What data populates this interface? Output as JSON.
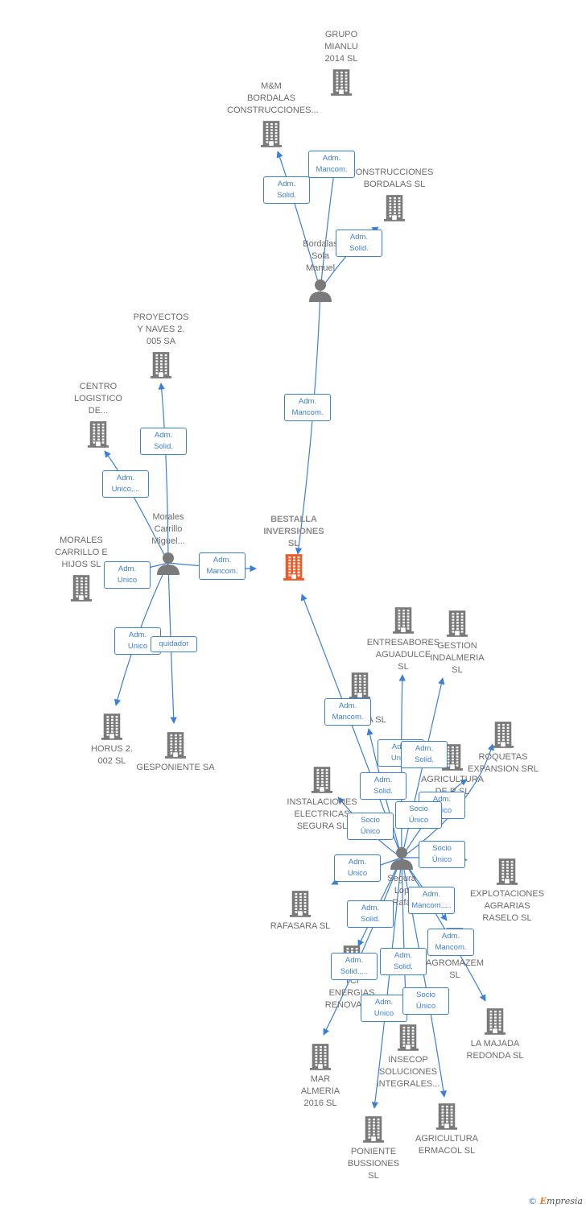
{
  "colors": {
    "edge": "#3b7fd6",
    "node": "#7a7a7a",
    "focus": "#f05a28",
    "text": "#6b6b6b"
  },
  "nodes": [
    {
      "id": "grupo_mianlu",
      "type": "company",
      "label": "GRUPO\nMIANLU\n2014  SL"
    },
    {
      "id": "mm_bordalas",
      "type": "company",
      "label": "M&M\nBORDALAS\nCONSTRUCCIONES..."
    },
    {
      "id": "construcciones_bordalas",
      "type": "company",
      "label": "ONSTRUCCIONES\nBORDALAS SL"
    },
    {
      "id": "bordalas_sola",
      "type": "person",
      "label": "Bordalas\nSola\nManuel"
    },
    {
      "id": "proyectos_naves",
      "type": "company",
      "label": "PROYECTOS\nY NAVES 2.\n005 SA"
    },
    {
      "id": "centro_logistico",
      "type": "company",
      "label": "CENTRO\nLOGISTICO\nDE..."
    },
    {
      "id": "morales_carrillo",
      "type": "person",
      "label": "Morales\nCarrillo\nMiguel..."
    },
    {
      "id": "morales_carrillo_hijos",
      "type": "company",
      "label": "MORALES\nCARRILLO E\nHIJOS  SL"
    },
    {
      "id": "bestalla",
      "type": "focus",
      "label": "BESTALLA\nINVERSIONES\nSL"
    },
    {
      "id": "horus",
      "type": "company",
      "label": "HORUS 2.\n002 SL"
    },
    {
      "id": "gesponiente",
      "type": "company",
      "label": "GESPONIENTE SA"
    },
    {
      "id": "entresabores",
      "type": "company",
      "label": "ENTRESABORES\nAGUADULCE\nSL"
    },
    {
      "id": "gestion_indalmeria",
      "type": "company",
      "label": "GESTION\nINDALMERIA\nSL"
    },
    {
      "id": "energia",
      "type": "company",
      "label": "P\nENERGIA  SL"
    },
    {
      "id": "roquetas",
      "type": "company",
      "label": "ROQUETAS\nEXPANSION SRL"
    },
    {
      "id": "agricultura_dealhor",
      "type": "company",
      "label": "AGRICULTURA\nDE           R  SL"
    },
    {
      "id": "instalaciones",
      "type": "company",
      "label": "INSTALACIONES\nELECTRICAS\nSEGURA SL"
    },
    {
      "id": "segura",
      "type": "person",
      "label": "Segura\nLop\nRafa"
    },
    {
      "id": "explotaciones",
      "type": "company",
      "label": "EXPLOTACIONES\nAGRARIAS\nRASELO  SL"
    },
    {
      "id": "rafasara",
      "type": "company",
      "label": "RAFASARA SL"
    },
    {
      "id": "agromazem",
      "type": "company",
      "label": "AGROMAZEM\nSL"
    },
    {
      "id": "tci_energias",
      "type": "company",
      "label": "TCI\nENERGIAS\nRENOVABLE"
    },
    {
      "id": "la_majada",
      "type": "company",
      "label": "LA MAJADA\nREDONDA  SL"
    },
    {
      "id": "insecop",
      "type": "company",
      "label": "INSECOP\nSOLUCIONES\nINTEGRALES..."
    },
    {
      "id": "mar_almeria",
      "type": "company",
      "label": "MAR\nALMERIA\n2016  SL"
    },
    {
      "id": "agricultura_ermacol",
      "type": "company",
      "label": "AGRICULTURA\nERMACOL  SL"
    },
    {
      "id": "poniente_bussiones",
      "type": "company",
      "label": "PONIENTE\nBUSSIONES\nSL"
    }
  ],
  "edges": [
    {
      "from": "bordalas_sola",
      "to": "grupo_mianlu",
      "label": "Adm.\nMancom."
    },
    {
      "from": "bordalas_sola",
      "to": "mm_bordalas",
      "label": "Adm.\nSolid."
    },
    {
      "from": "bordalas_sola",
      "to": "construcciones_bordalas",
      "label": "Adm.\nSolid."
    },
    {
      "from": "bordalas_sola",
      "to": "bestalla",
      "label": "Adm.\nMancom."
    },
    {
      "from": "morales_carrillo",
      "to": "proyectos_naves",
      "label": "Adm.\nSolid."
    },
    {
      "from": "morales_carrillo",
      "to": "centro_logistico",
      "label": "Adm.\nUnico,..."
    },
    {
      "from": "morales_carrillo",
      "to": "morales_carrillo_hijos",
      "label": "Adm.\nUnico"
    },
    {
      "from": "morales_carrillo",
      "to": "bestalla",
      "label": "Adm.\nMancom."
    },
    {
      "from": "morales_carrillo",
      "to": "horus",
      "label": "Adm.\nUnico"
    },
    {
      "from": "morales_carrillo",
      "to": "gesponiente",
      "label": "quidador"
    },
    {
      "from": "segura",
      "to": "bestalla",
      "label": "Adm.\nMancom."
    },
    {
      "from": "segura",
      "to": "entresabores",
      "label": "Adm.\nUnico"
    },
    {
      "from": "segura",
      "to": "gestion_indalmeria",
      "label": "Adm.\nSolid."
    },
    {
      "from": "segura",
      "to": "energia",
      "label": "Adm.\nSolid."
    },
    {
      "from": "segura",
      "to": "agricultura_dealhor",
      "label": "Adm.\nUnico"
    },
    {
      "from": "segura",
      "to": "roquetas",
      "label": "Socio\nÚnico"
    },
    {
      "from": "segura",
      "to": "instalaciones",
      "label": "Socio\nÚnico"
    },
    {
      "from": "segura",
      "to": "explotaciones",
      "label": "Socio\nÚnico"
    },
    {
      "from": "segura",
      "to": "rafasara",
      "label": "Adm.\nUnico"
    },
    {
      "from": "segura",
      "to": "agromazem",
      "label": "Adm.\nMancom....."
    },
    {
      "from": "segura",
      "to": "la_majada",
      "label": "Adm.\nMancom."
    },
    {
      "from": "segura",
      "to": "tci_energias",
      "label": "Adm.\nSolid."
    },
    {
      "from": "segura",
      "to": "mar_almeria",
      "label": "Adm.\nSolid.,..."
    },
    {
      "from": "segura",
      "to": "insecop",
      "label": "Adm.\nSolid."
    },
    {
      "from": "segura",
      "to": "poniente_bussiones",
      "label": "Adm.\nUnico"
    },
    {
      "from": "segura",
      "to": "agricultura_ermacol",
      "label": "Socio\nÚnico"
    }
  ],
  "footer": {
    "copyright": "©",
    "brand_initial": "E",
    "brand_rest": "mpresia"
  }
}
